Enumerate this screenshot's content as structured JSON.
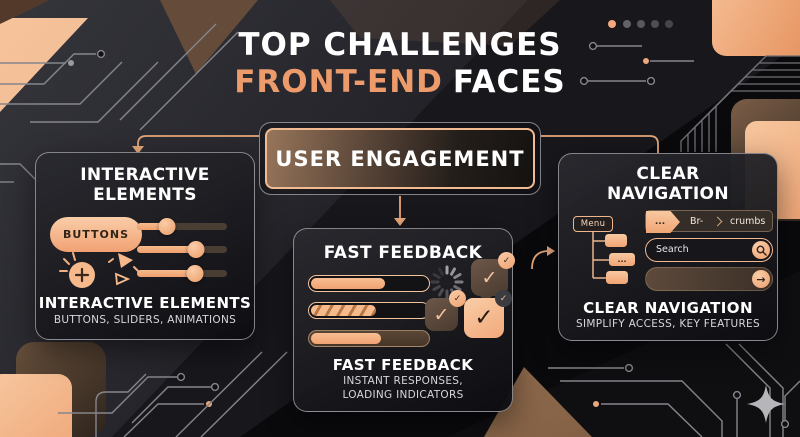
{
  "colors": {
    "accent": "#ED9B6B",
    "peach": "#F2AE7E",
    "background": "#0A0A0D"
  },
  "title": {
    "line1": "TOP CHALLENGES",
    "line2_accent": "FRONT-END",
    "line2_rest": "FACES"
  },
  "center": {
    "label": "USER ENGAGEMENT"
  },
  "panels": {
    "interactive": {
      "heading_line1": "INTERACTIVE",
      "heading_line2": "ELEMENTS",
      "button_label": "BUTTONS",
      "sliders": [
        {
          "value": 33
        },
        {
          "value": 65
        },
        {
          "value": 64
        }
      ],
      "footer_title": "INTERACTIVE ELEMENTS",
      "footer_subtitle": "BUTTONS, SLIDERS, ANIMATIONS"
    },
    "feedback": {
      "heading": "FAST FEEDBACK",
      "progress": [
        {
          "value": 62,
          "style": "solid"
        },
        {
          "value": 54,
          "style": "striped"
        },
        {
          "value": 58,
          "style": "filled-track"
        }
      ],
      "check_glyph": "✓",
      "footer_title": "FAST FEEDBACK",
      "footer_subtitle": "INSTANT RESPONSES, LOADING INDICATORS"
    },
    "navigation": {
      "heading_line1": "CLEAR",
      "heading_line2": "NAVIGATION",
      "menu_label": "Menu",
      "menu_item_ellipsis": "...",
      "breadcrumb": {
        "tag": "...",
        "item1": "Br-",
        "item2": "crumbs"
      },
      "search_placeholder": "Search",
      "arrow_glyph": "→",
      "footer_title": "CLEAR NAVIGATION",
      "footer_subtitle": "SIMPLIFY ACCESS, KEY FEATURES"
    }
  }
}
